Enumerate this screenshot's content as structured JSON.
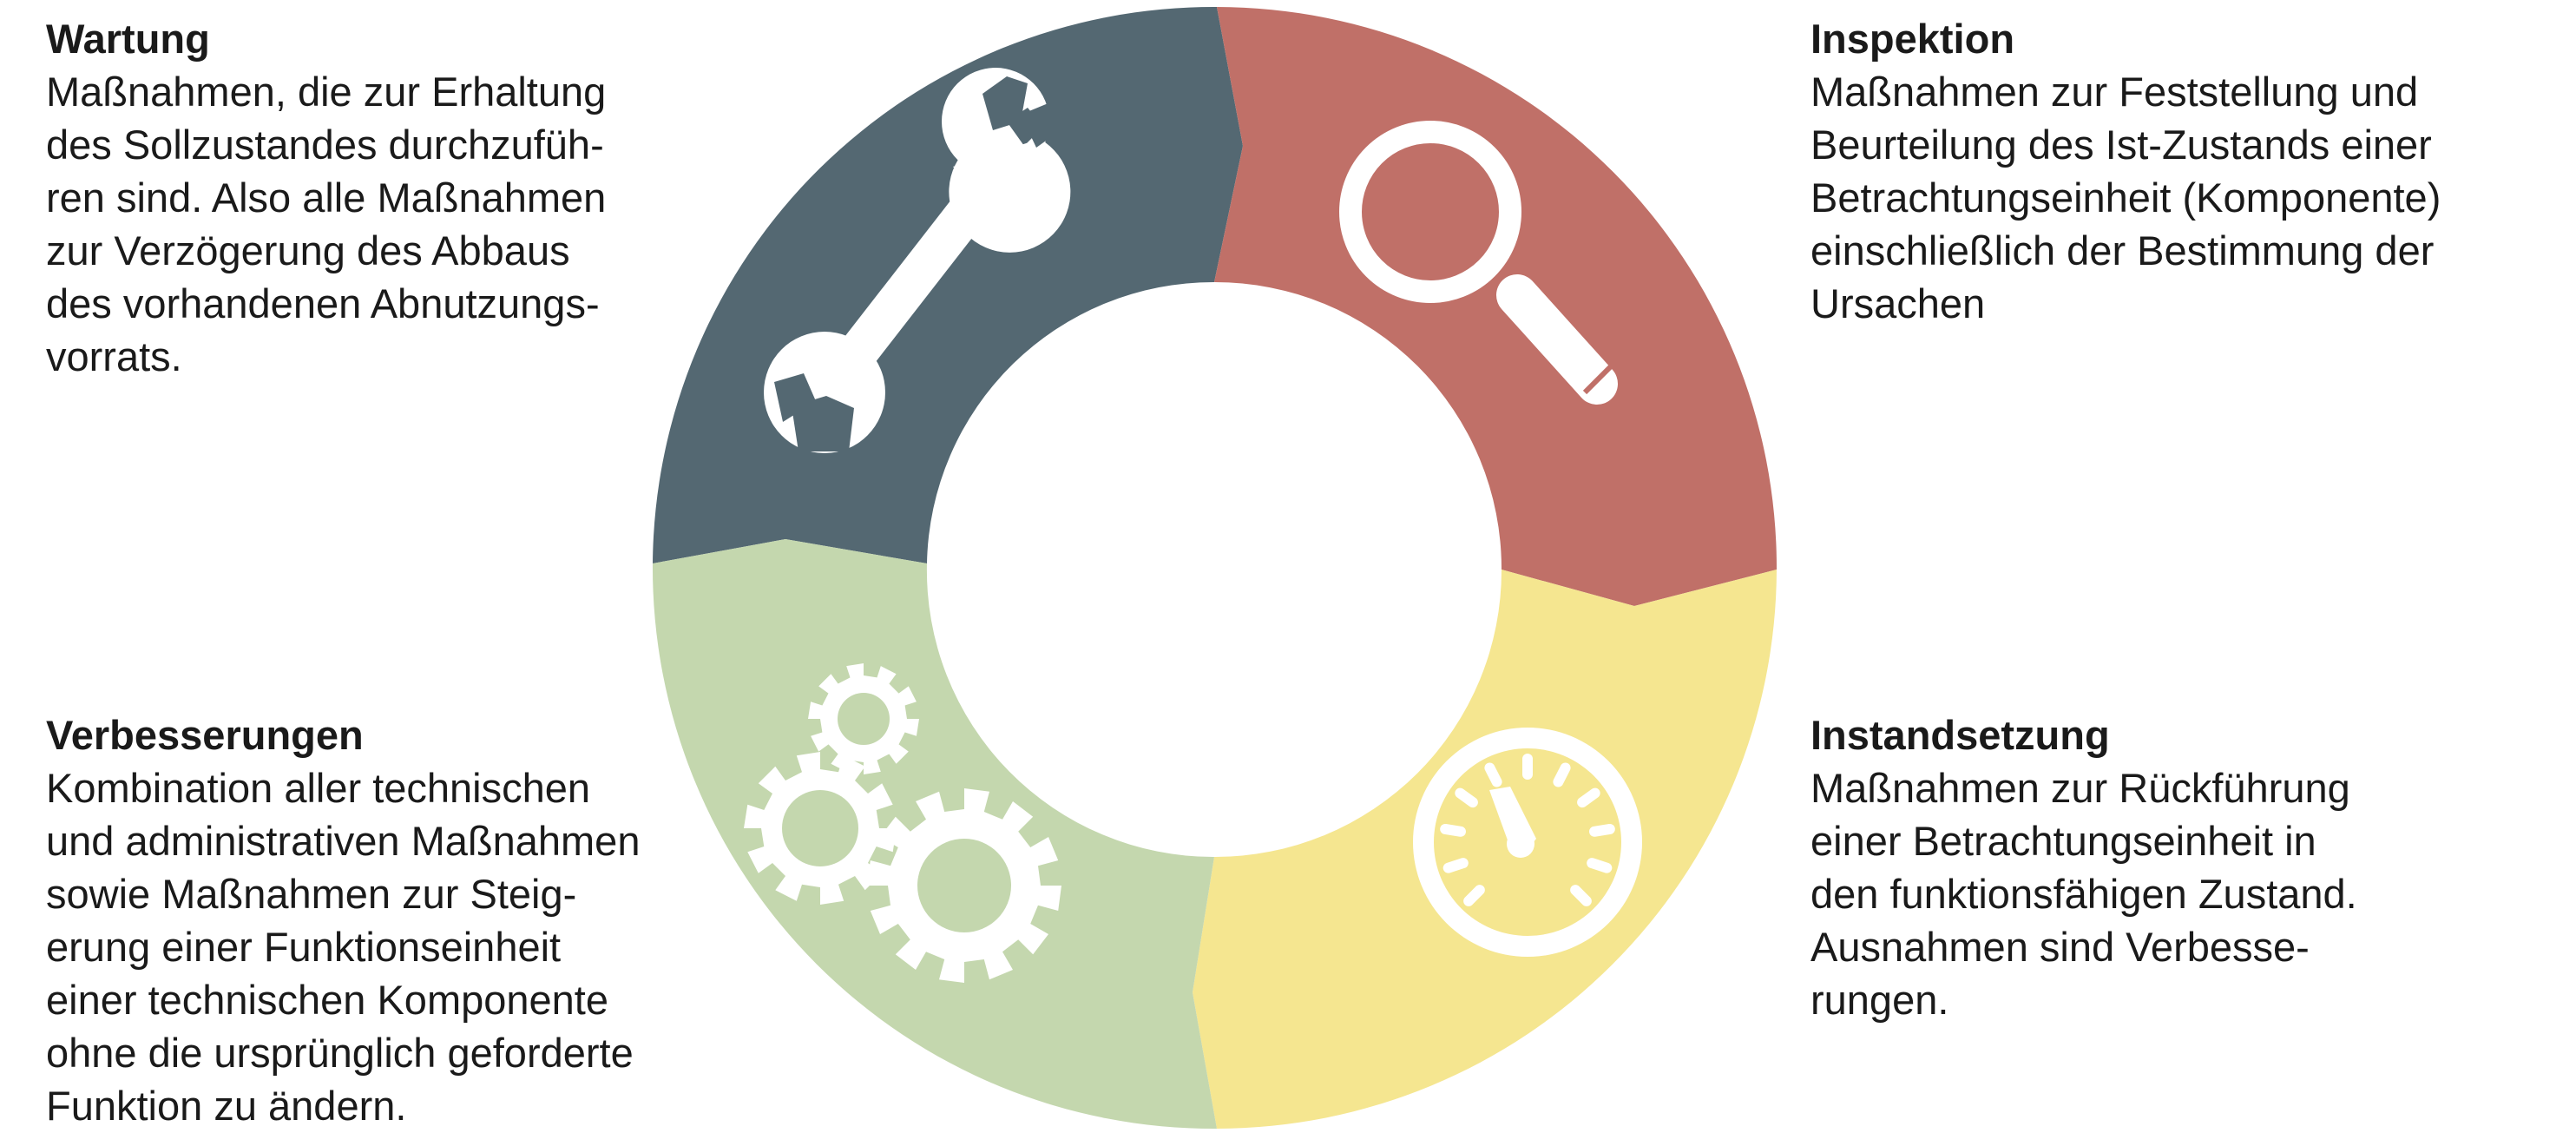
{
  "colors": {
    "wartung": "#546872",
    "inspektion": "#c07068",
    "instandsetzung": "#f5e690",
    "verbesserungen": "#c4d7ae",
    "icon": "#ffffff"
  },
  "sections": {
    "wartung": {
      "title": "Wartung",
      "icon": "wrench-icon",
      "lines": [
        "Maßnahmen, die zur Erhaltung",
        "des Sollzustandes durchzufüh-",
        "ren sind. Also alle Maßnahmen",
        "zur Verzögerung des Abbaus",
        "des vorhandenen Abnutzungs-",
        "vorrats."
      ]
    },
    "inspektion": {
      "title": "Inspektion",
      "icon": "magnifier-icon",
      "lines": [
        "Maßnahmen zur Feststellung und",
        "Beurteilung des Ist-Zustands einer",
        "Betrachtungseinheit (Komponente)",
        "einschließlich der Bestimmung der",
        "Ursachen"
      ]
    },
    "verbesserungen": {
      "title": "Verbesserungen",
      "icon": "gears-icon",
      "lines": [
        "Kombination aller technischen",
        "und administrativen Maßnahmen",
        "sowie Maßnahmen zur Steig-",
        "erung einer Funktionseinheit",
        "einer technischen Komponente",
        "ohne die ursprünglich geforderte",
        "Funktion zu ändern."
      ]
    },
    "instandsetzung": {
      "title": "Instandsetzung",
      "icon": "gauge-icon",
      "lines": [
        "Maßnahmen zur Rückführung",
        "einer Betrachtungseinheit in",
        "den funktionsfähigen Zustand.",
        "Ausnahmen sind Verbesse-",
        "rungen."
      ]
    }
  }
}
